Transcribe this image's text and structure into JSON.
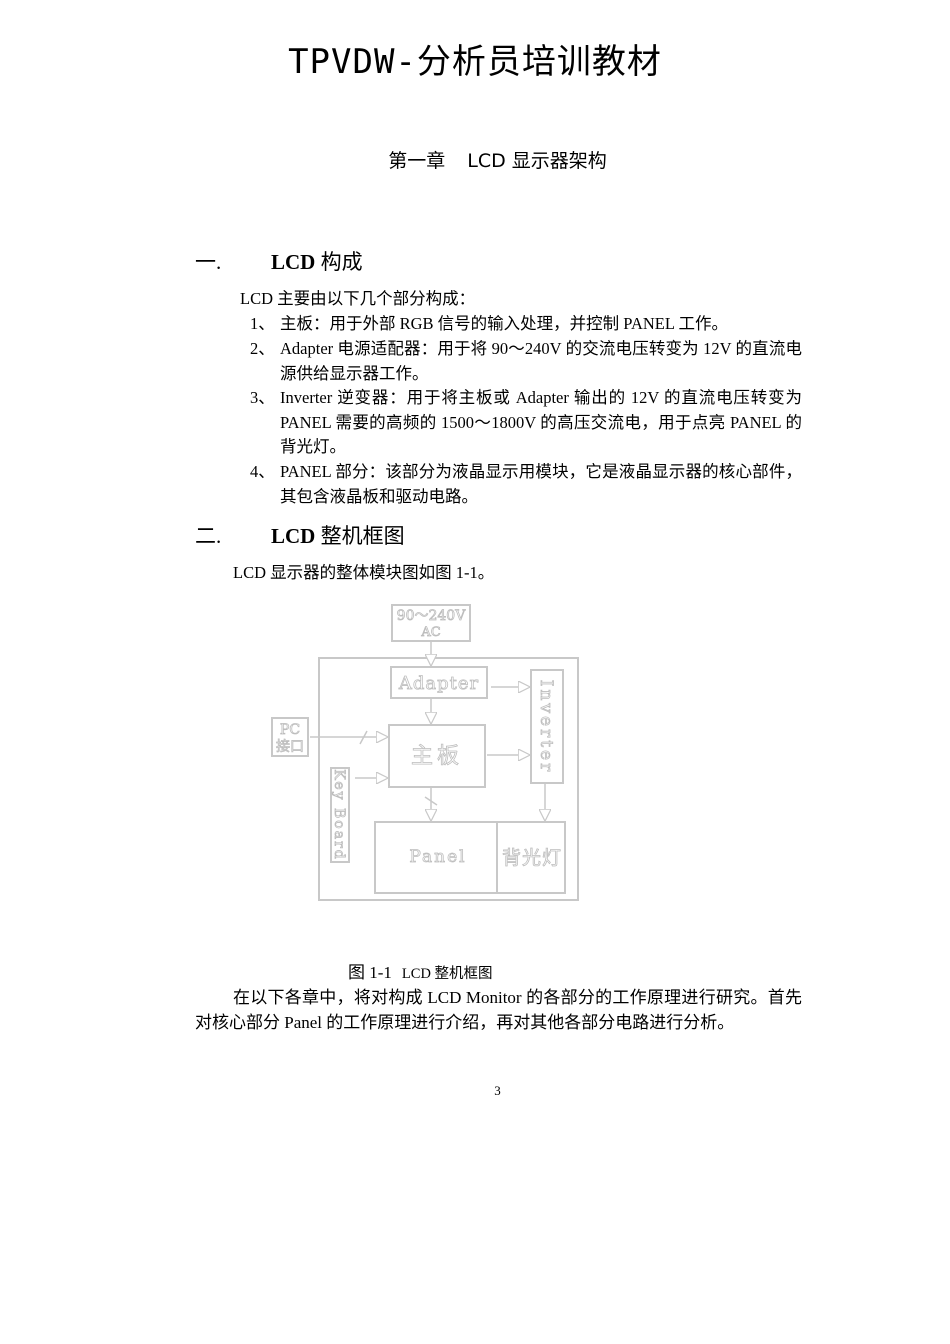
{
  "document": {
    "title": "TPVDW-分析员培训教材",
    "chapter": {
      "number": "第一章",
      "title": "LCD 显示器架构"
    },
    "sections": [
      {
        "number": "一.",
        "title_bold": "LCD",
        "title_rest": " 构成",
        "intro": "LCD 主要由以下几个部分构成：",
        "items": [
          {
            "num": "1、",
            "text": "主板：用于外部 RGB 信号的输入处理，并控制 PANEL 工作。"
          },
          {
            "num": "2、",
            "text": "Adapter 电源适配器：用于将 90～240V 的交流电压转变为 12V 的直流电源供给显示器工作。"
          },
          {
            "num": "3、",
            "text": "Inverter 逆变器：用于将主板或 Adapter 输出的 12V 的直流电压转变为 PANEL 需要的高频的 1500～1800V 的高压交流电，用于点亮 PANEL 的背光灯。"
          },
          {
            "num": "4、",
            "text": "PANEL 部分：该部分为液晶显示用模块，它是液晶显示器的核心部件，其包含液晶板和驱动电路。"
          }
        ]
      },
      {
        "number": "二.",
        "title_bold": "LCD",
        "title_rest": " 整机框图",
        "intro": "LCD  显示器的整体模块图如图 1-1。"
      }
    ],
    "figure": {
      "blocks": {
        "ac_input_line1": "90～240V",
        "ac_input_line2": "AC",
        "adapter": "Adapter",
        "inverter": "Inverter",
        "pc_port_line1": "PC",
        "pc_port_line2": "接口",
        "mainboard": "主板",
        "keyboard": "Key Board",
        "panel": "Panel",
        "backlight": "背光灯"
      },
      "caption_number": "图 1-1",
      "caption_text": "LCD 整机框图",
      "line_color": "#c8c8c8"
    },
    "closing_paragraph": "在以下各章中，将对构成  LCD Monitor   的各部分的工作原理进行研究。首先对核心部分 Panel 的工作原理进行介绍，再对其他各部分电路进行分析。",
    "page_number": "3"
  }
}
